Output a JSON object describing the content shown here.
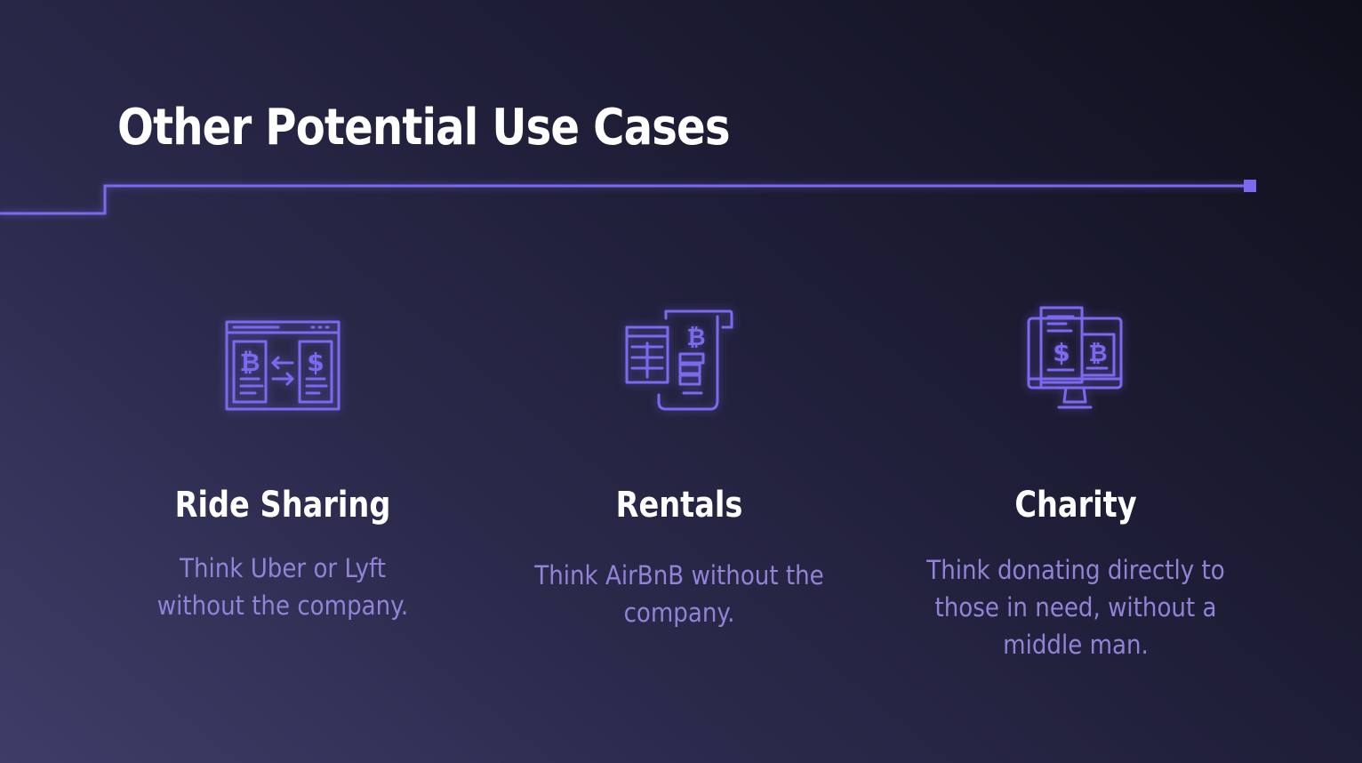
{
  "slide": {
    "title": "Other Potential Use Cases"
  },
  "colors": {
    "accent": "#7b6af0",
    "description": "#8f84d8",
    "heading": "#ffffff",
    "background_light": "#3e3d68",
    "background_dark": "#0f0f1b"
  },
  "cards": [
    {
      "icon": "crypto-exchange-icon",
      "title": "Ride Sharing",
      "description": "Think Uber or Lyft without the company."
    },
    {
      "icon": "crypto-invoice-icon",
      "title": "Rentals",
      "description": "Think AirBnB without the company."
    },
    {
      "icon": "crypto-donation-monitor-icon",
      "title": "Charity",
      "description": "Think donating directly to those in need, without a middle man."
    }
  ]
}
